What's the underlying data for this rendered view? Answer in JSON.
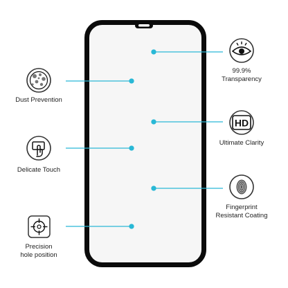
{
  "colors": {
    "accent": "#29b8d6",
    "frame": "#0b0b0b",
    "glass": "#f6f6f6",
    "icon_ring": "#333333",
    "text": "#222222"
  },
  "features": [
    {
      "id": "transparency",
      "icon": "eye-icon",
      "line1": "99.9%",
      "line2": "Transparency"
    },
    {
      "id": "clarity",
      "icon": "hd-icon",
      "icon_text": "HD",
      "line1": "Ultimate Clarity"
    },
    {
      "id": "fingerprint",
      "icon": "fingerprint-icon",
      "line1": "Fingerprint",
      "line2": "Resistant Coating"
    },
    {
      "id": "dust",
      "icon": "dust-icon",
      "line1": "Dust Prevention"
    },
    {
      "id": "touch",
      "icon": "touch-icon",
      "line1": "Delicate Touch"
    },
    {
      "id": "precision",
      "icon": "crosshair-icon",
      "line1": "Precision",
      "line2": "hole position"
    }
  ]
}
